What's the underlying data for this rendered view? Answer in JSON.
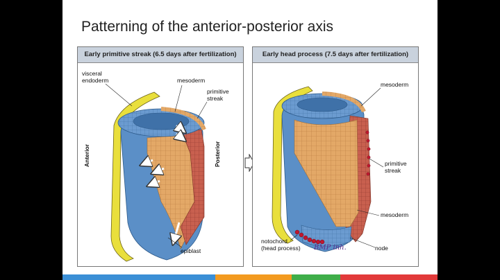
{
  "slide": {
    "title": "Patterning of the anterior-posterior axis"
  },
  "left_panel": {
    "header": "Early primitive streak (6.5 days after fertilization)",
    "labels": {
      "visceral_1": "visceral",
      "visceral_2": "endoderm",
      "mesoderm": "mesoderm",
      "primitive_1": "primitive",
      "primitive_2": "streak",
      "anterior": "Anterior",
      "posterior": "Posterior",
      "epiblast": "epiblast"
    }
  },
  "right_panel": {
    "header": "Early head process (7.5 days after fertilization)",
    "labels": {
      "mesoderm_top": "mesoderm",
      "primitive_1": "primitive",
      "primitive_2": "streak",
      "mesoderm_bottom": "mesoderm",
      "notochord_1": "notochord",
      "notochord_2": "(head process)",
      "node": "node"
    }
  },
  "annotation": {
    "handwritten": "BMP inh."
  },
  "colors": {
    "epiblast_blue": "#5b8fc7",
    "mesoderm_tan": "#e3a867",
    "streak_red": "#c8604f",
    "endoderm_yellow": "#e9df3c",
    "bar": [
      "#3b8fd6",
      "#f39a1f",
      "#3fae49",
      "#e23a3a"
    ]
  }
}
